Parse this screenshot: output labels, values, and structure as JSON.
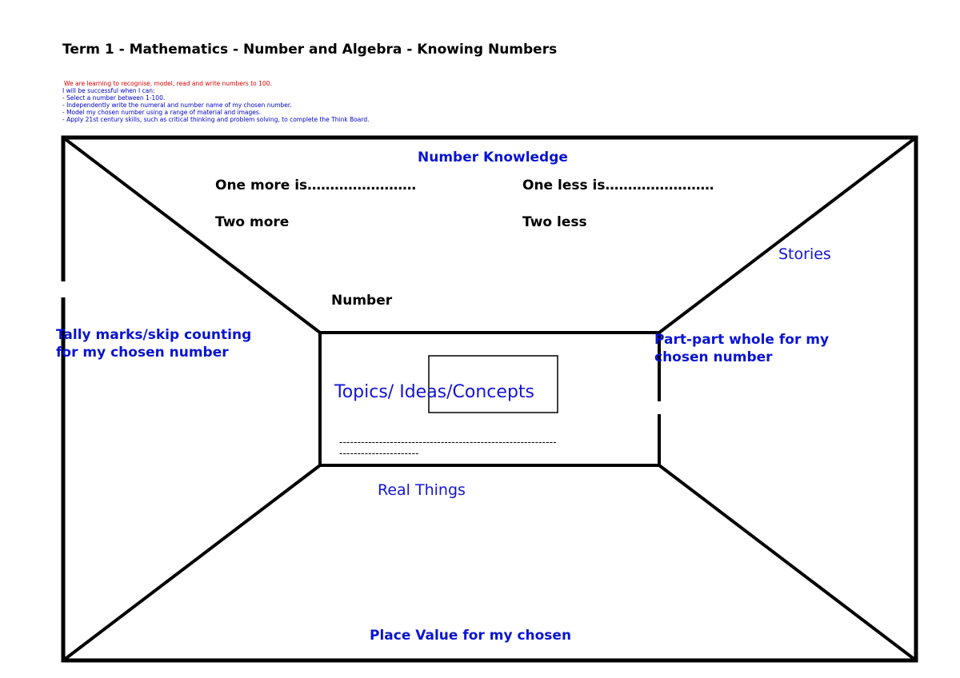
{
  "title": "Term 1 - Mathematics - Number and Algebra - Knowing Numbers",
  "intro": {
    "learning_intention": "We are learning to recognise, model, read and write numbers to 100.",
    "success_heading": "I will be successful when I can:",
    "criteria": [
      "- Select a number between 1-100.",
      "- Independently write the numeral and number name of my chosen number.",
      "- Model my chosen number using a range of material and images.",
      "- Apply 21st century skills, such as critical thinking and problem solving, to complete the Think Board."
    ]
  },
  "board": {
    "top": {
      "heading": "Number Knowledge",
      "one_more": "One more is……………………",
      "one_less": "One less is……………………",
      "two_more": "Two more",
      "two_less": "Two less",
      "number_label": "Number"
    },
    "left": {
      "line1": "Tally marks/skip counting",
      "line2": "for my chosen number"
    },
    "right": {
      "stories": "Stories",
      "line1": "Part-part whole for my",
      "line2": "chosen number"
    },
    "center": {
      "topics": "Topics/ Ideas/Concepts",
      "dash_line1": "------------------------------------------------------------",
      "dash_line2": "----------------------"
    },
    "bottom": {
      "real_things": "Real Things",
      "place_value": "Place Value for my chosen"
    }
  }
}
